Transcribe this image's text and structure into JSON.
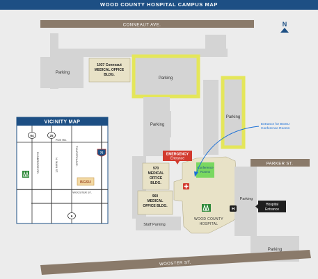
{
  "title": "WOOD COUNTY HOSPITAL CAMPUS MAP",
  "north": "N",
  "streets": {
    "conneaut": "CONNEAUT AVE.",
    "parker": "PARKER ST.",
    "wooster": "WOOSTER ST."
  },
  "parking": {
    "p_left": "Parking",
    "p_top_highlight": "Parking",
    "p_middle": "Parking",
    "p_right_highlight": "Parking",
    "p_right_small": "Parking",
    "p_bottom_right": "Parking",
    "staff": "Staff Parking"
  },
  "buildings": {
    "b1037_line1": "1037 Conneaut",
    "b1037_line2": "MEDICAL OFFICE",
    "b1037_line3": "BLDG.",
    "b970_line1": "970",
    "b970_line2": "MEDICAL",
    "b970_line3": "OFFICE",
    "b970_line4": "BLDG.",
    "b960_line1": "960",
    "b960_line2": "MEDICAL",
    "b960_line3": "OFFICE BLDG.",
    "hospital_line1": "WOOD COUNTY",
    "hospital_line2": "HOSPITAL",
    "conference_line1": "Conference",
    "conference_line2": "Rooms"
  },
  "callouts": {
    "emergency_line1": "EMERGENCY",
    "emergency_line2": "Entrance",
    "hospital_entrance_line1": "Hospital",
    "hospital_entrance_line2": "Entrance",
    "hospital_entrance_marker": "H",
    "bgsu_line1": "Entrance for BGSU",
    "bgsu_line2": "Conference Rooms"
  },
  "vicinity": {
    "title": "VICINITY MAP",
    "route_64": "64",
    "route_25": "25",
    "route_75": "75",
    "route_6": "6",
    "poe_rd": "POE RD.",
    "wooster_st": "WOOSTER ST.",
    "dunbridge_rd": "DUNBRIDGE RD.",
    "main_st": "N. MAIN ST.",
    "thurstin_ave": "THURSTIN AVE.",
    "bgsu": "BGSU"
  },
  "colors": {
    "title_bar": "#1d4f84",
    "road": "#8a7a6a",
    "lot": "#d4d4d4",
    "building": "#e8e2c7",
    "highlight": "#e4e65a",
    "emergency": "#d23a2e",
    "callout_dark": "#1f1f1f",
    "link_blue": "#1a6fd6",
    "conference_green": "#7ad860",
    "logo_green": "#2f8a3a"
  }
}
